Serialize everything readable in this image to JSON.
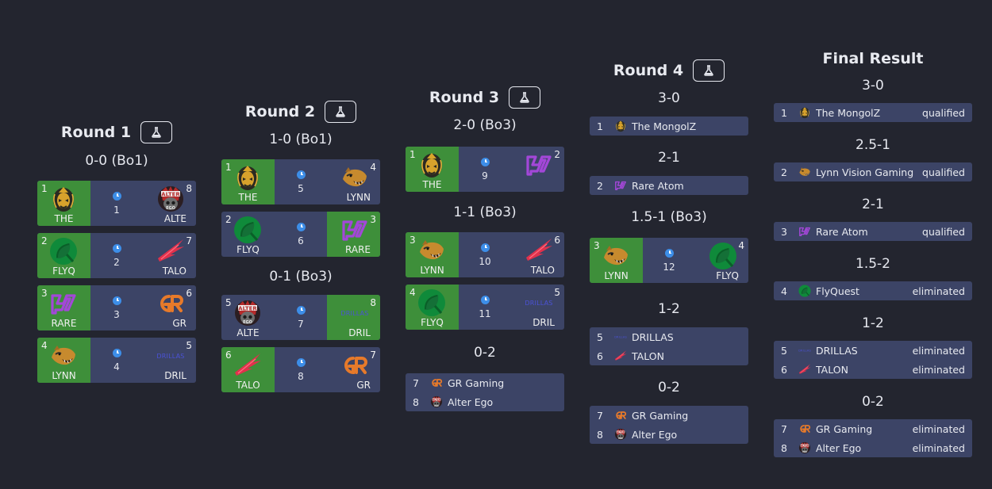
{
  "icons": {
    "lab": "flask-icon",
    "match_time": "clock-icon"
  },
  "colors": {
    "win": "#3e8f3a",
    "card": "#3c4466",
    "background": "#23252f",
    "accent": "#3d8ee8"
  },
  "rounds": [
    {
      "title": "Round 1",
      "groups": [
        {
          "title": "0-0 (Bo1)",
          "matches": [
            {
              "left": {
                "seed": "1",
                "abbr": "THE",
                "win": true
              },
              "num": "1",
              "right": {
                "seed": "8",
                "abbr": "ALTE",
                "win": false
              }
            },
            {
              "left": {
                "seed": "2",
                "abbr": "FLYQ",
                "win": true
              },
              "num": "2",
              "right": {
                "seed": "7",
                "abbr": "TALO",
                "win": false
              }
            },
            {
              "left": {
                "seed": "3",
                "abbr": "RARE",
                "win": true
              },
              "num": "3",
              "right": {
                "seed": "6",
                "abbr": "GR",
                "win": false
              }
            },
            {
              "left": {
                "seed": "4",
                "abbr": "LYNN",
                "win": true
              },
              "num": "4",
              "right": {
                "seed": "5",
                "abbr": "DRIL",
                "win": false
              }
            }
          ]
        }
      ]
    },
    {
      "title": "Round 2",
      "groups": [
        {
          "title": "1-0 (Bo1)",
          "matches": [
            {
              "left": {
                "seed": "1",
                "abbr": "THE",
                "win": true
              },
              "num": "5",
              "right": {
                "seed": "4",
                "abbr": "LYNN",
                "win": false
              }
            },
            {
              "left": {
                "seed": "2",
                "abbr": "FLYQ",
                "win": false
              },
              "num": "6",
              "right": {
                "seed": "3",
                "abbr": "RARE",
                "win": true
              }
            }
          ]
        },
        {
          "title": "0-1 (Bo3)",
          "matches": [
            {
              "left": {
                "seed": "5",
                "abbr": "ALTE",
                "win": false
              },
              "num": "7",
              "right": {
                "seed": "8",
                "abbr": "DRIL",
                "win": true
              }
            },
            {
              "left": {
                "seed": "6",
                "abbr": "TALO",
                "win": true
              },
              "num": "8",
              "right": {
                "seed": "7",
                "abbr": "GR",
                "win": false
              }
            }
          ]
        }
      ]
    },
    {
      "title": "Round 3",
      "groups": [
        {
          "title": "2-0 (Bo3)",
          "matches": [
            {
              "left": {
                "seed": "1",
                "abbr": "THE",
                "win": true
              },
              "num": "9",
              "right": {
                "seed": "2",
                "abbr": "",
                "win": false
              }
            }
          ]
        },
        {
          "title": "1-1 (Bo3)",
          "matches": [
            {
              "left": {
                "seed": "3",
                "abbr": "LYNN",
                "win": true
              },
              "num": "10",
              "right": {
                "seed": "6",
                "abbr": "TALO",
                "win": false
              }
            },
            {
              "left": {
                "seed": "4",
                "abbr": "FLYQ",
                "win": true
              },
              "num": "11",
              "right": {
                "seed": "5",
                "abbr": "DRIL",
                "win": false
              }
            }
          ]
        },
        {
          "title": "0-2",
          "list": [
            {
              "seed": "7",
              "name": "GR Gaming",
              "status": ""
            },
            {
              "seed": "8",
              "name": "Alter Ego",
              "status": ""
            }
          ]
        }
      ]
    },
    {
      "title": "Round 4",
      "groups": [
        {
          "title": "3-0",
          "list": [
            {
              "seed": "1",
              "name": "The MongolZ",
              "status": ""
            }
          ]
        },
        {
          "title": "2-1",
          "list": [
            {
              "seed": "2",
              "name": "Rare Atom",
              "status": ""
            }
          ]
        },
        {
          "title": "1.5-1 (Bo3)",
          "matches": [
            {
              "left": {
                "seed": "3",
                "abbr": "LYNN",
                "win": true
              },
              "num": "12",
              "right": {
                "seed": "4",
                "abbr": "FLYQ",
                "win": false
              }
            }
          ]
        },
        {
          "title": "1-2",
          "list": [
            {
              "seed": "5",
              "name": "DRILLAS",
              "status": ""
            },
            {
              "seed": "6",
              "name": "TALON",
              "status": ""
            }
          ]
        },
        {
          "title": "0-2",
          "list": [
            {
              "seed": "7",
              "name": "GR Gaming",
              "status": ""
            },
            {
              "seed": "8",
              "name": "Alter Ego",
              "status": ""
            }
          ]
        }
      ]
    }
  ],
  "final": {
    "title": "Final Result",
    "groups": [
      {
        "title": "3-0",
        "list": [
          {
            "seed": "1",
            "name": "The MongolZ",
            "status": "qualified"
          }
        ]
      },
      {
        "title": "2.5-1",
        "list": [
          {
            "seed": "2",
            "name": "Lynn Vision Gaming",
            "status": "qualified"
          }
        ]
      },
      {
        "title": "2-1",
        "list": [
          {
            "seed": "3",
            "name": "Rare Atom",
            "status": "qualified"
          }
        ]
      },
      {
        "title": "1.5-2",
        "list": [
          {
            "seed": "4",
            "name": "FlyQuest",
            "status": "eliminated"
          }
        ]
      },
      {
        "title": "1-2",
        "list": [
          {
            "seed": "5",
            "name": "DRILLAS",
            "status": "eliminated"
          },
          {
            "seed": "6",
            "name": "TALON",
            "status": "eliminated"
          }
        ]
      },
      {
        "title": "0-2",
        "list": [
          {
            "seed": "7",
            "name": "GR Gaming",
            "status": "eliminated"
          },
          {
            "seed": "8",
            "name": "Alter Ego",
            "status": "eliminated"
          }
        ]
      }
    ]
  },
  "drillas_logo_text": "DRILLAS"
}
